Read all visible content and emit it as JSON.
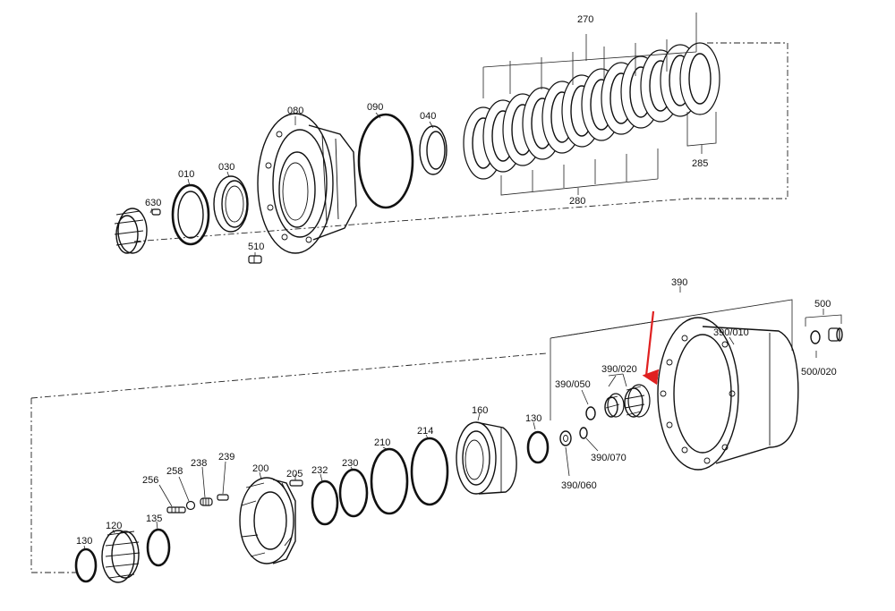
{
  "labels": {
    "p270": "270",
    "p280": "280",
    "p285": "285",
    "p080": "080",
    "p090": "090",
    "p040": "040",
    "p010": "010",
    "p030": "030",
    "p630": "630",
    "p510": "510",
    "p390": "390",
    "p500": "500",
    "p390_010": "390/010",
    "p390_020": "390/020",
    "p390_050": "390/050",
    "p390_070": "390/070",
    "p390_060": "390/060",
    "p500_020": "500/020",
    "p160": "160",
    "p130a": "130",
    "p214": "214",
    "p210": "210",
    "p230": "230",
    "p232": "232",
    "p205": "205",
    "p200": "200",
    "p239": "239",
    "p238": "238",
    "p258": "258",
    "p256": "256",
    "p135": "135",
    "p120": "120",
    "p130b": "130"
  },
  "colors": {
    "line": "#111111",
    "highlight_arrow": "#e02020",
    "background": "#ffffff"
  }
}
